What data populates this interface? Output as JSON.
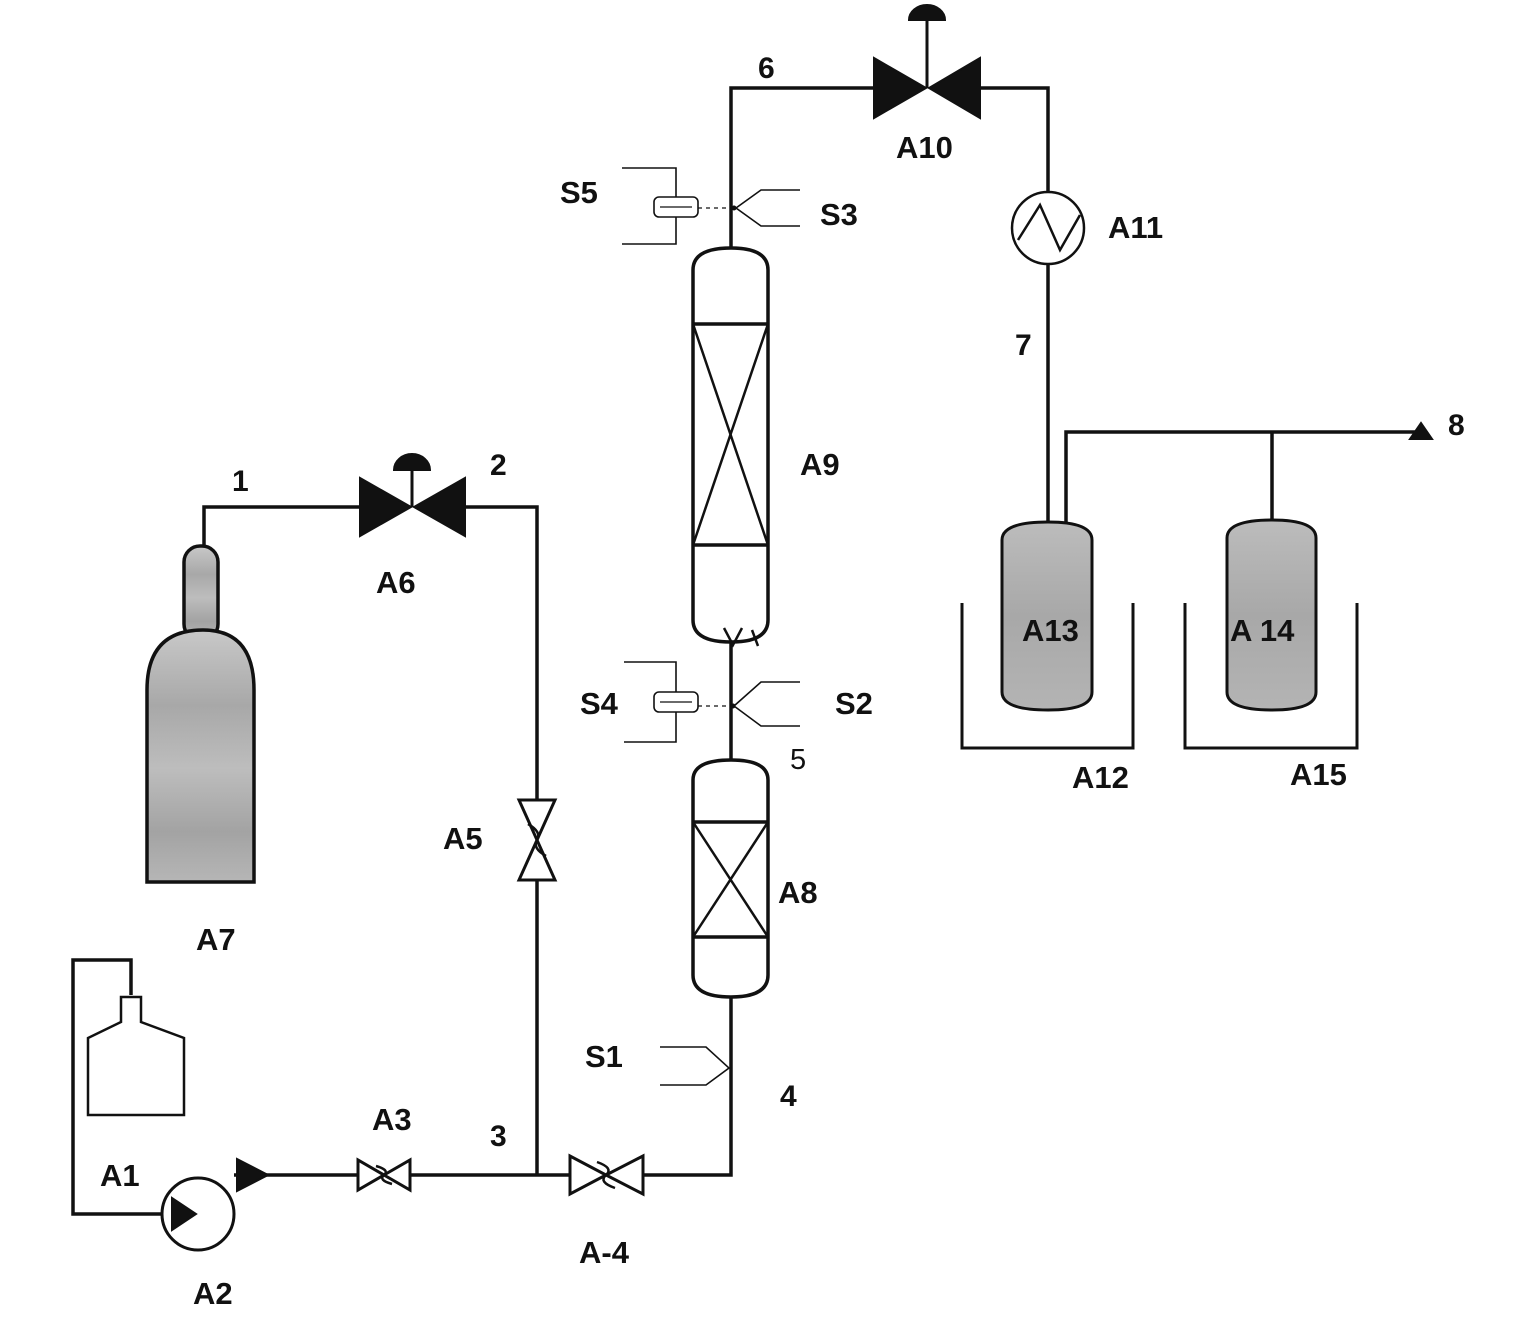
{
  "labels": {
    "stream_1": "1",
    "stream_2": "2",
    "stream_3": "3",
    "stream_4": "4",
    "stream_5": "5",
    "stream_6": "6",
    "stream_7": "7",
    "stream_8": "8",
    "A1": "A1",
    "A2": "A2",
    "A3": "A3",
    "A4": "A-4",
    "A5": "A5",
    "A6": "A6",
    "A7": "A7",
    "A8": "A8",
    "A9": "A9",
    "A10": "A10",
    "A11": "A11",
    "A12": "A12",
    "A13": "A13",
    "A14": "A 14",
    "A15": "A15",
    "S1": "S1",
    "S2": "S2",
    "S3": "S3",
    "S4": "S4",
    "S5": "S5"
  },
  "colors": {
    "line": "#111111",
    "cylinder_fill": "#b9b9b9",
    "cylinder_shade": "#9a9a9a",
    "background": "#ffffff"
  }
}
